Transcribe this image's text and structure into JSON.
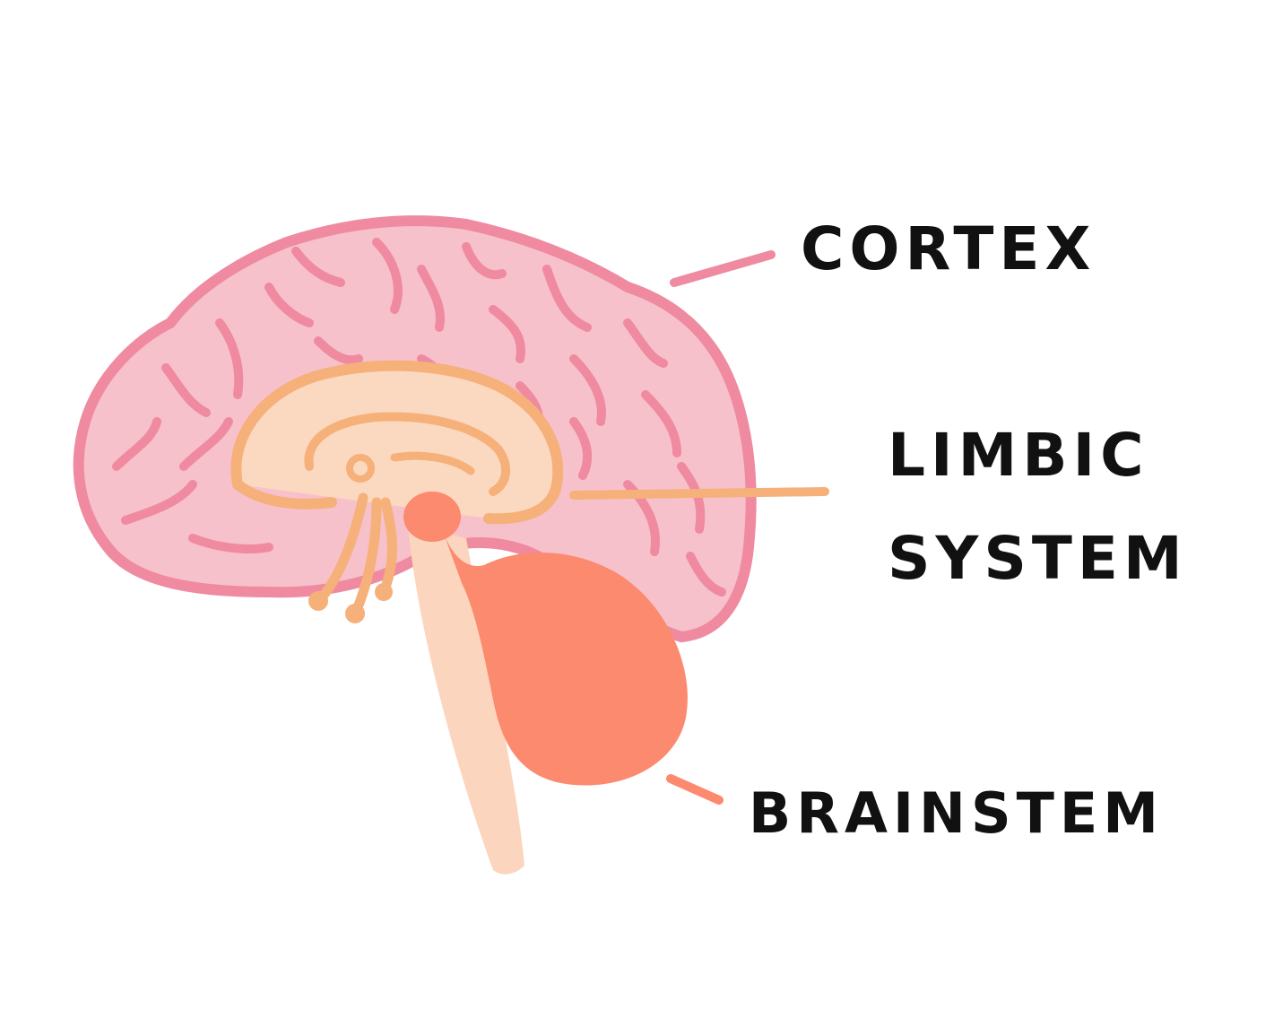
{
  "labels": {
    "cortex": "CORTEX",
    "limbic_line1": "LIMBIC",
    "limbic_line2": "SYSTEM",
    "brainstem": "BRAINSTEM"
  },
  "colors": {
    "cortex_fill": "#f6c1cb",
    "cortex_stroke": "#ef8aa0",
    "limbic_fill": "#fbd9c0",
    "limbic_stroke": "#f6b07a",
    "brainstem_fill": "#fbd5bd",
    "cerebellum_fill": "#fb8a6f",
    "text": "#111111"
  }
}
